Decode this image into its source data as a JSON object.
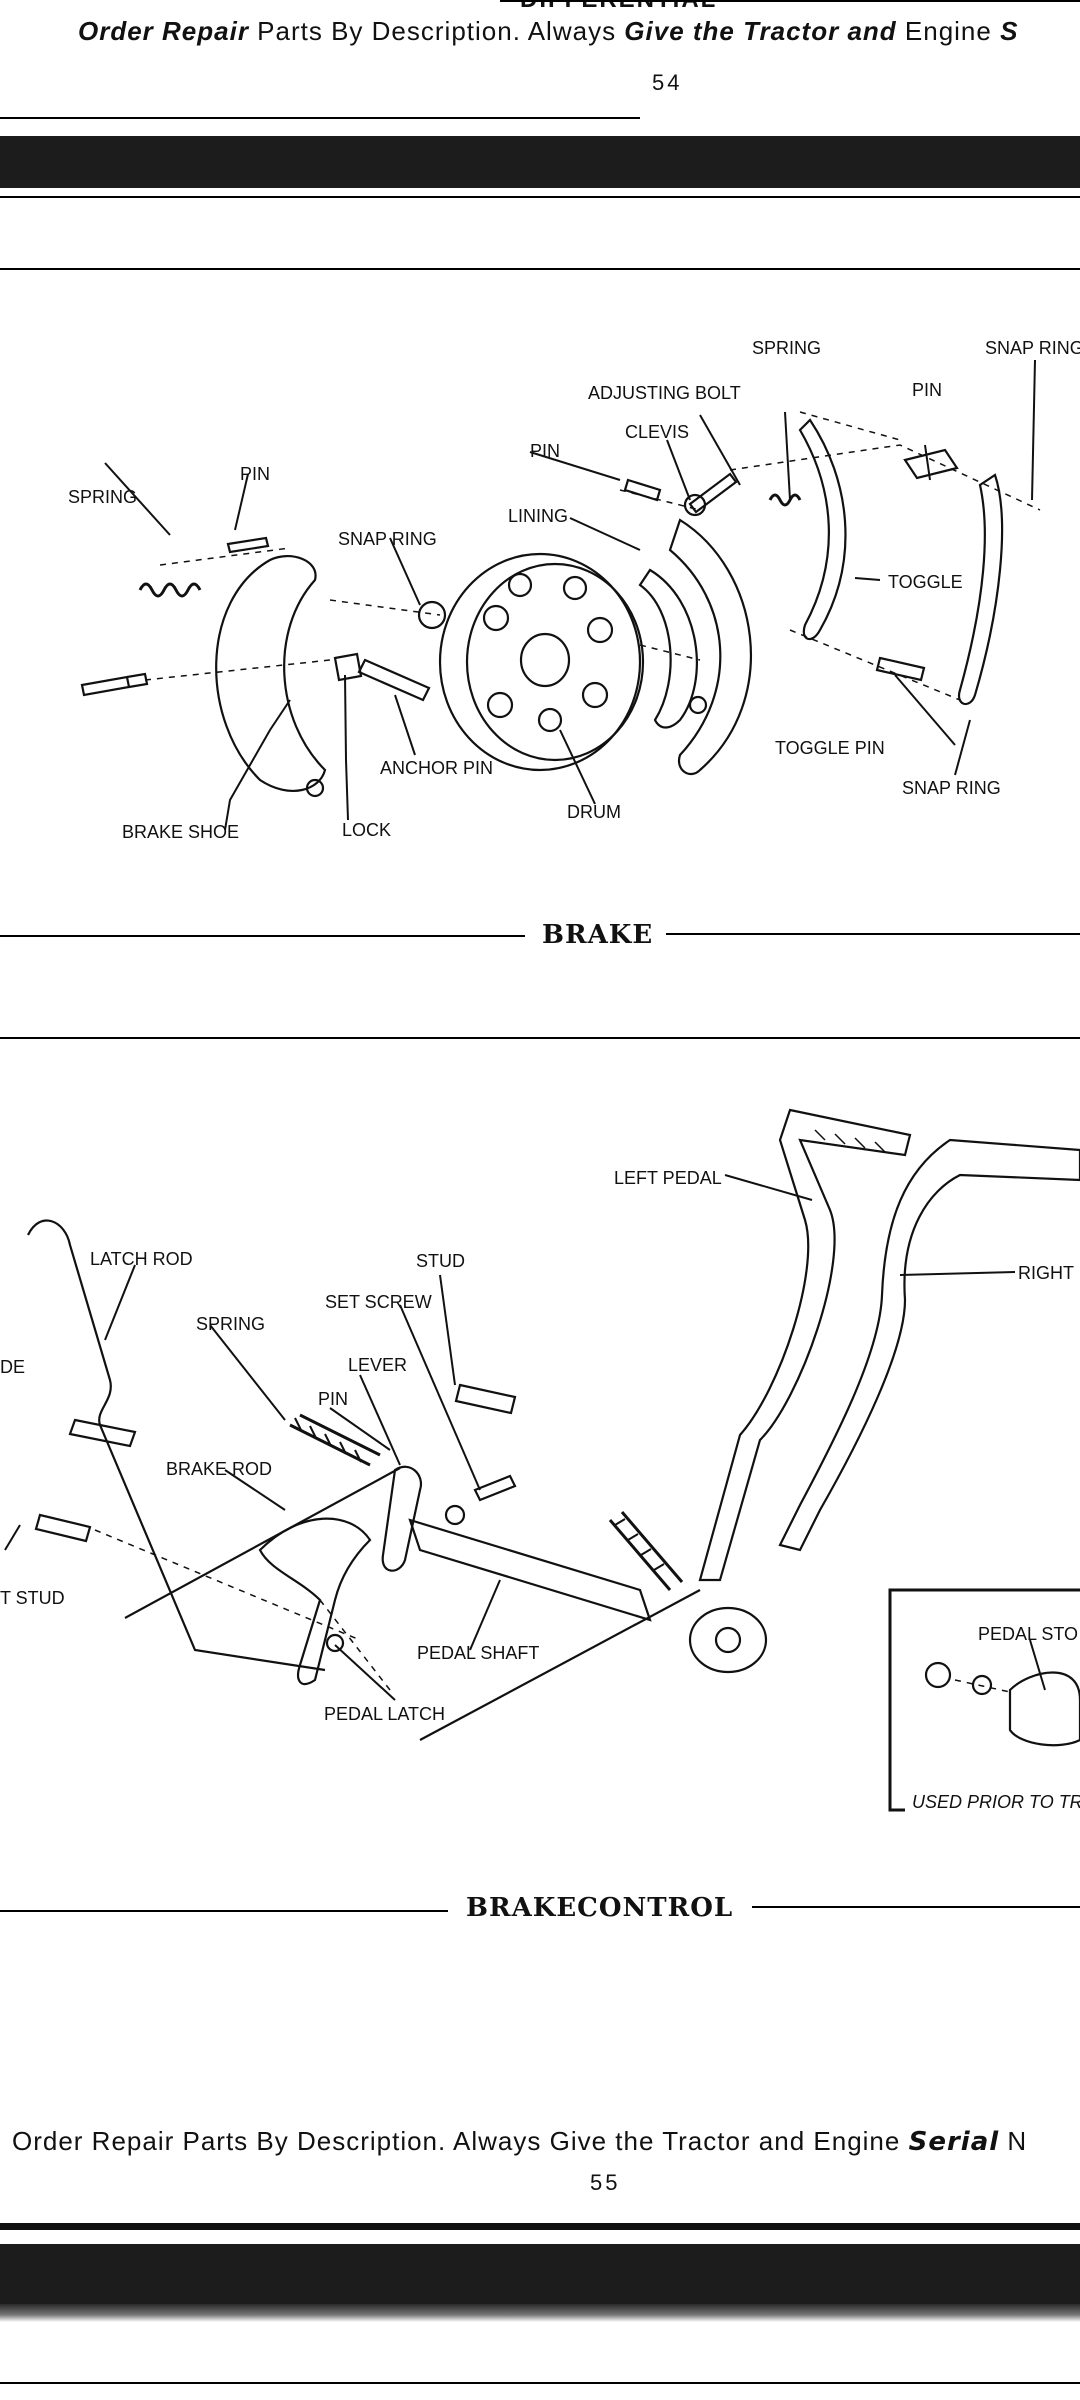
{
  "top_header_cut": "DIFFERENTIAL",
  "top_footer": {
    "p1": "Order Repair",
    "p2": " Parts By Description. Always ",
    "p3": "Give the Tractor and",
    "p4": " Engine ",
    "p5": "S",
    "page_number": "54"
  },
  "brake": {
    "caption": "BRAKE",
    "labels": {
      "spring_top": "SPRING",
      "snap_ring_tr": "SNAP RING",
      "adjusting_bolt": "ADJUSTING BOLT",
      "pin_right": "PIN",
      "clevis": "CLEVIS",
      "pin_mid": "PIN",
      "lining": "LINING",
      "pin_left": "PIN",
      "spring_left": "SPRING",
      "snap_ring_mid": "SNAP RING",
      "toggle": "TOGGLE",
      "toggle_pin": "TOGGLE PIN",
      "snap_ring_br": "SNAP RING",
      "anchor_pin": "ANCHOR PIN",
      "drum": "DRUM",
      "brake_shoe": "BRAKE SHOE",
      "lock": "LOCK"
    }
  },
  "brake_control": {
    "caption": "BRAKECONTROL",
    "labels": {
      "left_pedal": "LEFT PEDAL",
      "right": "RIGHT",
      "latch_rod": "LATCH ROD",
      "stud": "STUD",
      "set_screw": "SET SCREW",
      "spring": "SPRING",
      "lever": "LEVER",
      "guide_cut": "DE",
      "pin": "PIN",
      "brake_rod": "BRAKE ROD",
      "stud_cut": "T STUD",
      "pedal_shaft": "PEDAL SHAFT",
      "pedal_latch": "PEDAL LATCH",
      "pedal_stop": "PEDAL STO",
      "used_prior": "USED PRIOR TO TR"
    }
  },
  "bottom_footer": {
    "p1": "Order Repair Parts By Description. Always Give the Tractor and Engine ",
    "p2": "Serial",
    "p3": " N",
    "page_number": "55"
  }
}
